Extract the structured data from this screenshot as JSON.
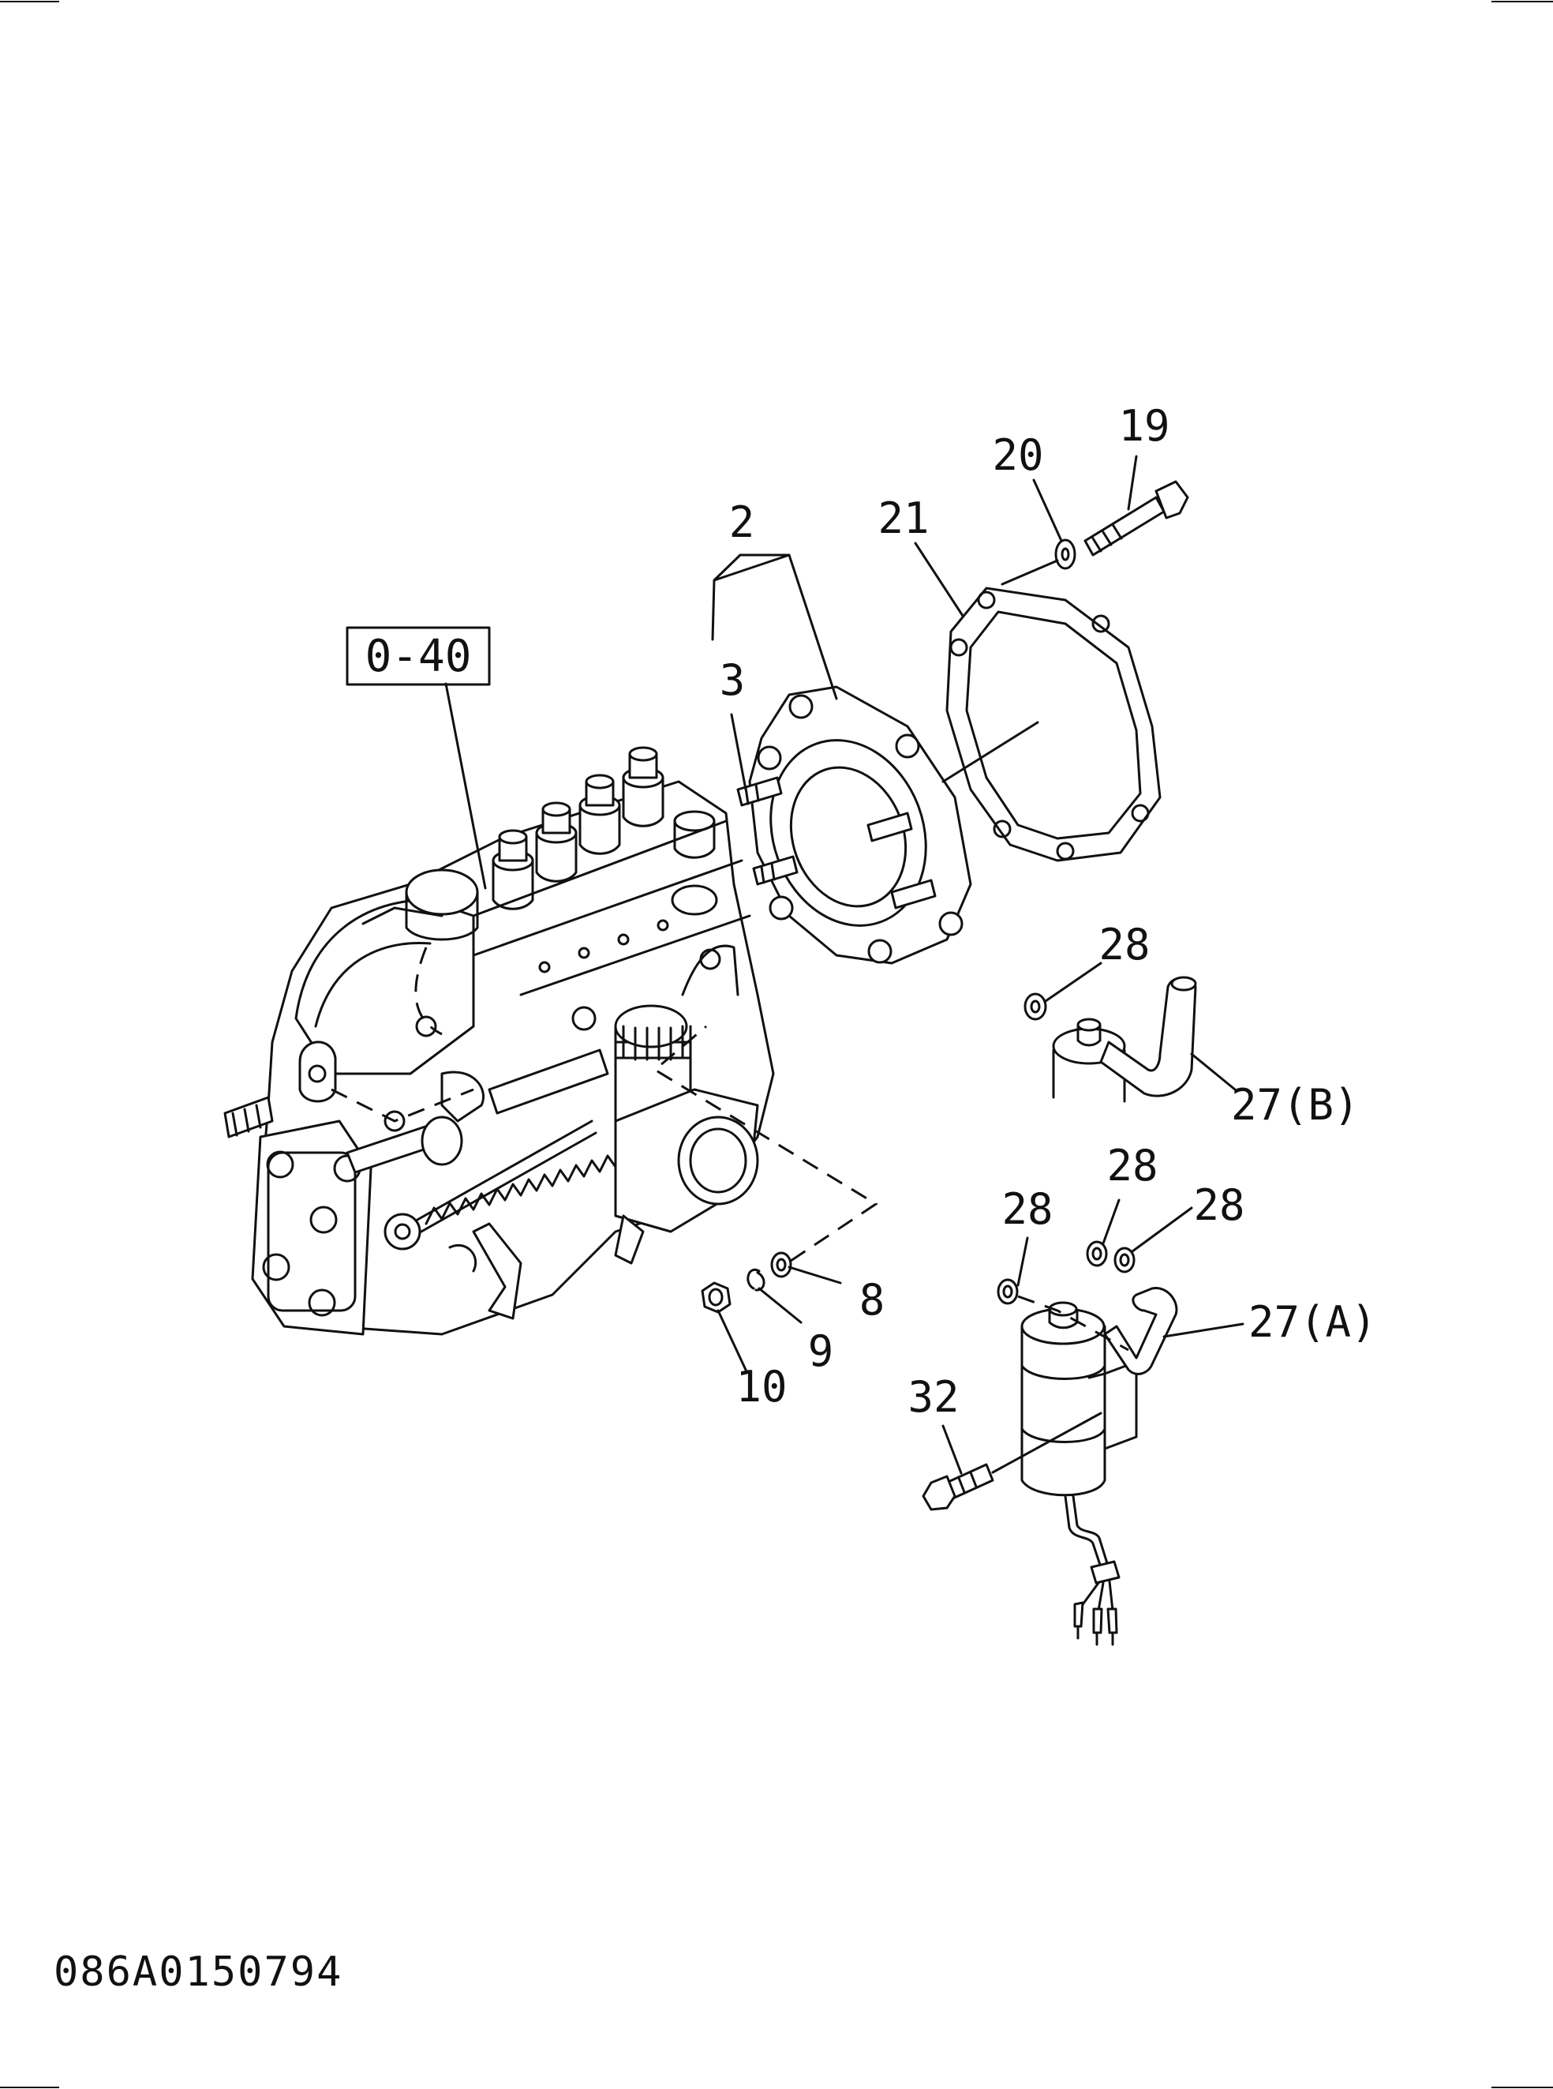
{
  "diagram": {
    "reference_box": "0-40",
    "document_code": "086A0150794",
    "callouts": {
      "c2": "2",
      "c3": "3",
      "c8": "8",
      "c9": "9",
      "c10": "10",
      "c19": "19",
      "c20": "20",
      "c21": "21",
      "c27a": "27(A)",
      "c27b": "27(B)",
      "c28_top": "28",
      "c28_mid": "28",
      "c28_left": "28",
      "c28_right": "28",
      "c32": "32"
    }
  }
}
